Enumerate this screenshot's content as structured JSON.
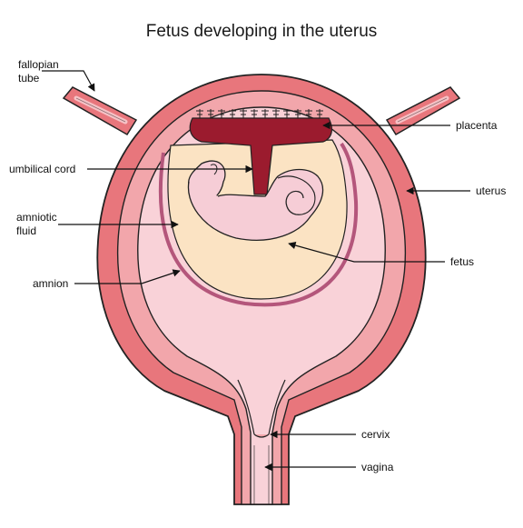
{
  "title": "Fetus developing in the uterus",
  "labels": {
    "fallopian_tube_line1": "fallopian",
    "fallopian_tube_line2": "tube",
    "umbilical_cord": "umbilical cord",
    "amniotic_fluid_line1": "amniotic",
    "amniotic_fluid_line2": "fluid",
    "amnion": "amnion",
    "placenta": "placenta",
    "uterus": "uterus",
    "fetus": "fetus",
    "cervix": "cervix",
    "vagina": "vagina"
  },
  "colors": {
    "uterus_outer": "#e8767c",
    "uterus_mid": "#f2a6ab",
    "uterus_inner": "#f9d2d8",
    "amniotic_fluid": "#fbe3c3",
    "placenta": "#9b1b2e",
    "fetus": "#f6cdd6",
    "amnion": "#b4567b",
    "outline": "#222222"
  }
}
